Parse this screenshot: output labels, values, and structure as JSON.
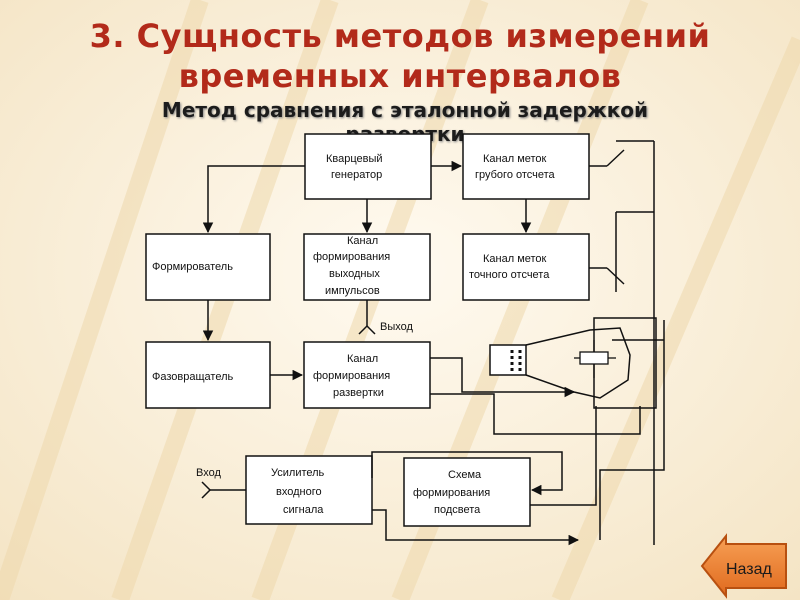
{
  "slide": {
    "title_line1": "3. Сущность методов измерений",
    "title_line2": "временных интервалов",
    "subtitle_line1": "Метод сравнения с эталонной задержкой",
    "subtitle_line2": "развертки"
  },
  "blocks": {
    "quartz": [
      "Кварцевый",
      "генератор"
    ],
    "coarse": [
      "Канал меток",
      "грубого отсчета"
    ],
    "former": [
      "Формирователь"
    ],
    "output_channel": [
      "Канал",
      "формирования",
      "выходных",
      "импульсов"
    ],
    "fine": [
      "Канал меток",
      "точного отсчета"
    ],
    "phase": [
      "Фазовращатель"
    ],
    "sweep": [
      "Канал",
      "формирования",
      "развертки"
    ],
    "amplifier": [
      "Усилитель",
      "входного",
      "сигнала"
    ],
    "highlight": [
      "Схема",
      "формирования",
      "подсвета"
    ]
  },
  "terminals": {
    "output": "Выход",
    "input": "Вход"
  },
  "nav": {
    "back_label": "Назад"
  },
  "colors": {
    "title": "#b22a1a",
    "back_button_fill": "#ee7a2a",
    "back_button_stroke": "#b85010"
  }
}
